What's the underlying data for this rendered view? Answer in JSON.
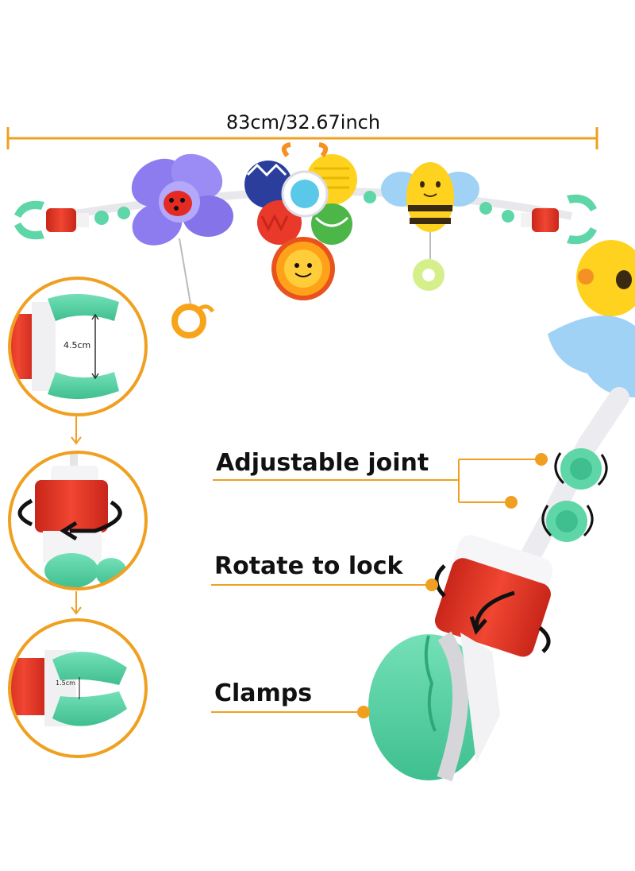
{
  "dimensions": {
    "total_length": "83cm/32.67inch",
    "open_clamp_width": "4.5cm",
    "closed_clamp_width": "1.5cm"
  },
  "callouts": {
    "adjustable_joint": "Adjustable joint",
    "rotate_to_lock": "Rotate to lock",
    "clamps": "Clamps"
  },
  "colors": {
    "accent_orange": "#f0a020",
    "clamp_green": "#5ed6a8",
    "lock_red": "#e8392a",
    "bee_yellow": "#ffd21f",
    "flower_purple": "#8d7cf0",
    "wing_blue": "#9fd2f5"
  },
  "icons": [
    "dimension-arrow",
    "rotation-arrow-icon",
    "step-down-arrow-icon"
  ]
}
